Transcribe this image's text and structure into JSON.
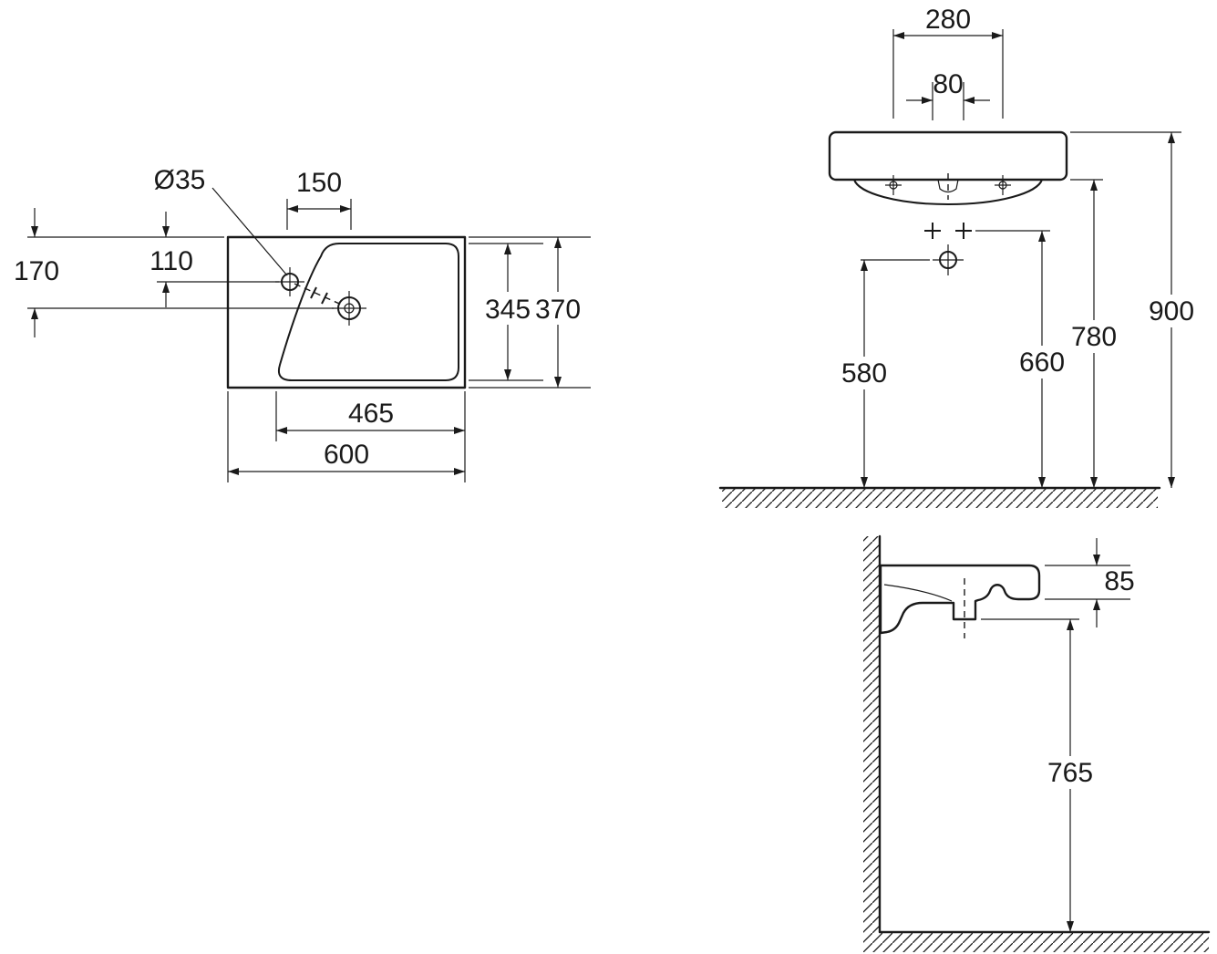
{
  "plan": {
    "hole_diameter": "Ø35",
    "tap_span": "150",
    "tap_offset": "110",
    "drain_offset": "170",
    "inner_depth": "345",
    "overall_depth": "370",
    "inner_width": "465",
    "overall_width": "600"
  },
  "front": {
    "fixing_span": "280",
    "bolt_span": "80",
    "drain_height": "580",
    "fixing_height": "660",
    "underside_height": "780",
    "rim_height": "900"
  },
  "side": {
    "rim_thickness": "85",
    "underside_clearance": "765"
  },
  "colors": {
    "line": "#1a1a1a",
    "background": "#ffffff"
  }
}
